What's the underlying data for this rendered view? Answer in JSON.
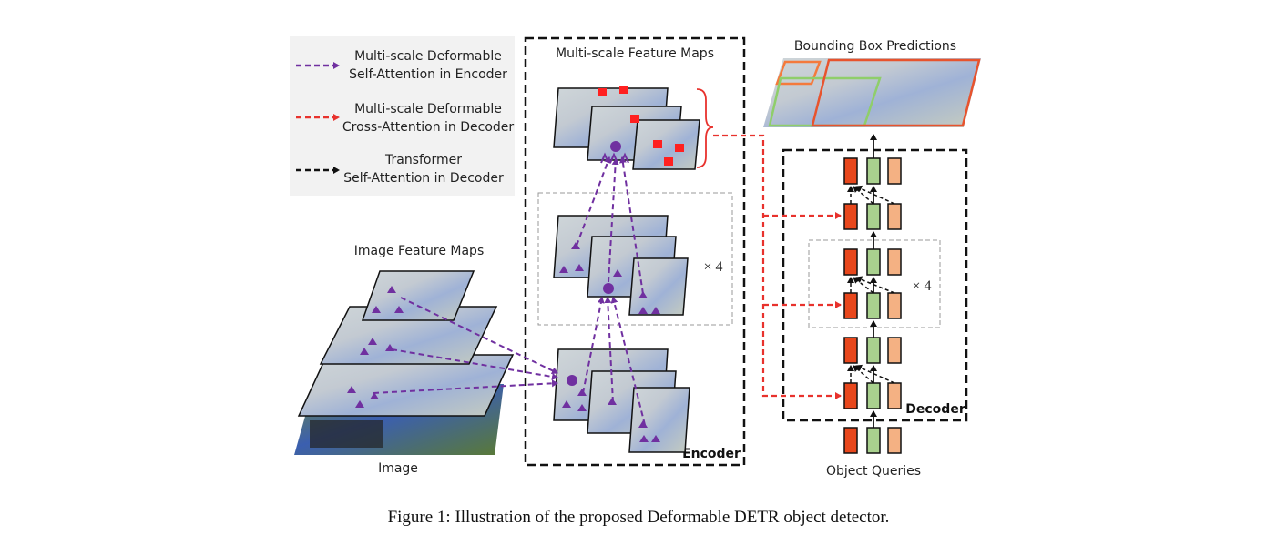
{
  "legend": {
    "items": [
      {
        "line1": "Multi-scale Deformable",
        "line2": "Self-Attention in Encoder",
        "color": "#7030a0"
      },
      {
        "line1": "Multi-scale Deformable",
        "line2": "Cross-Attention in Decoder",
        "color": "#e8322d"
      },
      {
        "line1": "Transformer",
        "line2": "Self-Attention in Decoder",
        "color": "#111111"
      }
    ]
  },
  "labels": {
    "multiscale_feature_maps": "Multi-scale Feature Maps",
    "bounding_box_predictions": "Bounding Box Predictions",
    "image_feature_maps": "Image Feature Maps",
    "image": "Image",
    "encoder": "Encoder",
    "decoder": "Decoder",
    "object_queries": "Object Queries",
    "encoder_repeat": "× 4",
    "decoder_repeat": "× 4"
  },
  "colors": {
    "encoder_attention": "#7030a0",
    "cross_attention": "#e8322d",
    "self_attention": "#111111",
    "query_red": "#e8471c",
    "query_green": "#a9d18e",
    "query_salmon": "#f4b183",
    "box_orange": "#f47a3c",
    "box_green": "#8fce6a"
  },
  "caption": "Figure 1: Illustration of the proposed Deformable DETR object detector."
}
